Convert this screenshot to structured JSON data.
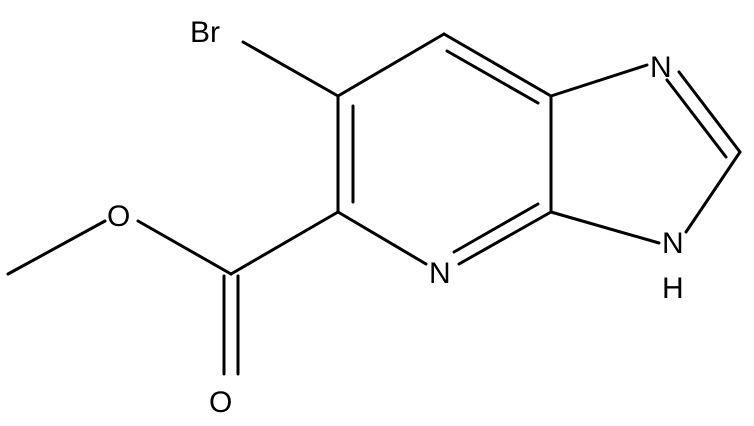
{
  "molecule": {
    "atoms": {
      "br": "Br",
      "n_imidazole_top": "N",
      "n_pyridine": "N",
      "nh_n": "N",
      "nh_h": "H",
      "o_ester": "O",
      "o_carbonyl": "O"
    }
  }
}
